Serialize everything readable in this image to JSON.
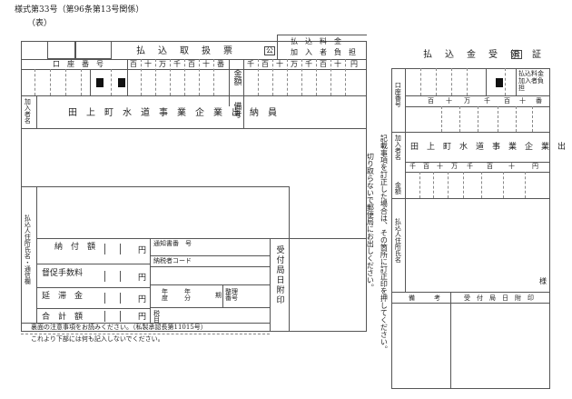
{
  "form_number": "様式第33号（第96条第13号関係）",
  "side": "（表）",
  "left": {
    "title": "払　込　取　扱　票",
    "title_mark": "公",
    "fee_header": [
      "払　込　料　金",
      "加　入　者　負　担"
    ],
    "account_number_label": "口　座　番　号",
    "amount_digits": [
      "百",
      "十",
      "万",
      "千",
      "百",
      "十",
      "番"
    ],
    "fee_digits": [
      "千",
      "百",
      "十",
      "万",
      "千",
      "百",
      "十",
      "円"
    ],
    "amount_label": "金額",
    "subscriber_label": "加入者名",
    "subscriber_name": "田　上　町　水　道　事　業　企　業　出　納　員",
    "remarks_label": "備考",
    "payer_label": "払込人住所氏名・通信欄",
    "rows": {
      "payment_amount": "納　付　額",
      "late_fee": "督促手数料",
      "delay_fee": "延　滞　金",
      "total": "合　計　額"
    },
    "yen": "円",
    "notice_no": "通知書番　号",
    "taxpayer_code": "納税者コード",
    "year": "年度",
    "month": "年分",
    "period": "期",
    "arrange_no": "整理番号",
    "due_date": "税目",
    "receiving_office": "受付局日附印",
    "note1": "裏面の注意事項をお読みください。（私製承認長第11015号）",
    "note2": "これより下部には何も記入しないでください。"
  },
  "middle": {
    "cut_notice": "切り取らないで郵便局にお出しください。",
    "correction_notice": "記載事項を訂正した場合は、その箇所に訂正印を押してください。"
  },
  "right": {
    "title": "払　込　金　受　領　証",
    "title_mark": "公",
    "account_label": "口座番号",
    "fee_label": "払込料金加入者負担",
    "digits_top": [
      "百",
      "十",
      "万",
      "千",
      "百",
      "十",
      "番"
    ],
    "subscriber_label": "加入者名",
    "subscriber_name": "田　上　町　水　道　事　業　企　業　出　納　員",
    "digits_amount": [
      "千",
      "百",
      "十",
      "万",
      "千",
      "百",
      "十",
      "円"
    ],
    "amount_label": "金額",
    "payer_label": "払込人住所氏名",
    "honorific": "様",
    "remarks_label": "備　　　考",
    "stamp_label": "受　付　局　日　附　印"
  }
}
